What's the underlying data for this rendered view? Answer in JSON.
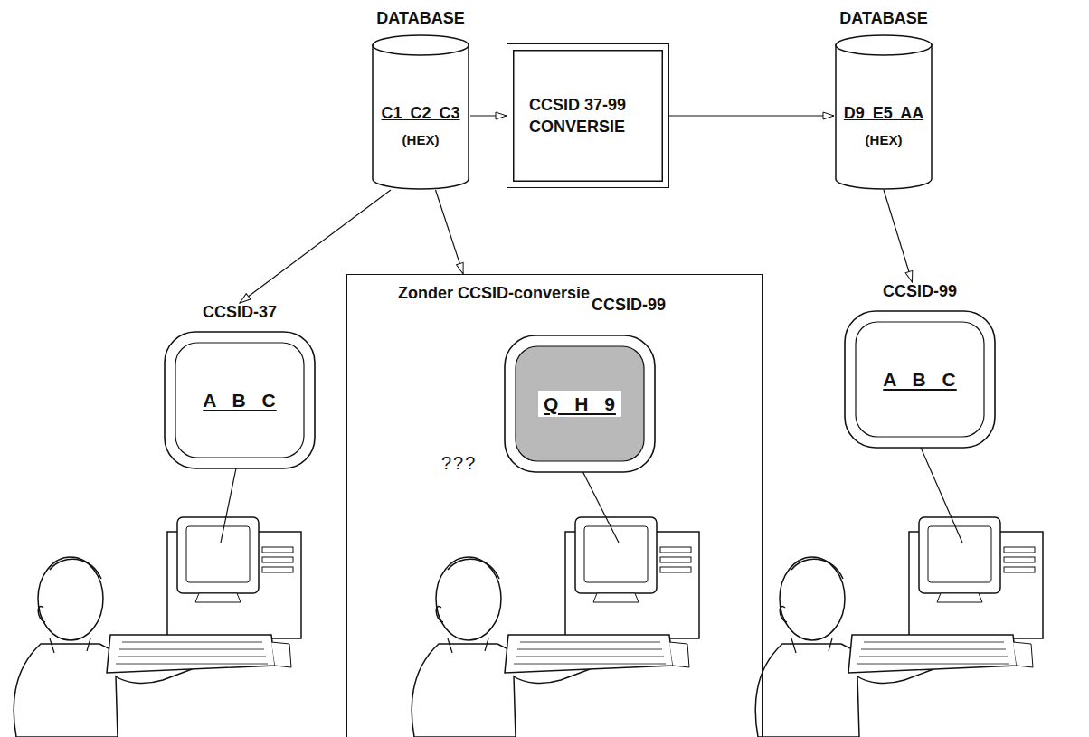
{
  "diagram": {
    "nodes": [
      {
        "text": [
          "DATABASE",
          "C1 C2 C3",
          "(HEX)"
        ]
      },
      {
        "text": [
          "CCSID 37-99 CONVERSIE"
        ]
      },
      {
        "text": [
          "DATABASE",
          "D9 E5 AA",
          "(HEX)"
        ]
      },
      {
        "text": [
          "CCSID-37",
          "A B C"
        ]
      },
      {
        "text": [
          "Zonder CCSID-conversie"
        ]
      },
      {
        "text": [
          "CCSID-99",
          "Q H 9"
        ],
        "in": 4
      },
      {
        "text": [
          "CCSID-99",
          "A B C"
        ]
      }
    ],
    "edges": [
      {
        "from": 0,
        "to": 1,
        "arrow": "to"
      },
      {
        "from": 1,
        "to": 2,
        "arrow": "to"
      },
      {
        "from": 0,
        "to": 3,
        "arrow": "to"
      },
      {
        "from": 0,
        "to": 4,
        "arrow": "to"
      },
      {
        "from": 2,
        "to": 6,
        "arrow": "to"
      }
    ],
    "labels": [
      "???"
    ]
  }
}
